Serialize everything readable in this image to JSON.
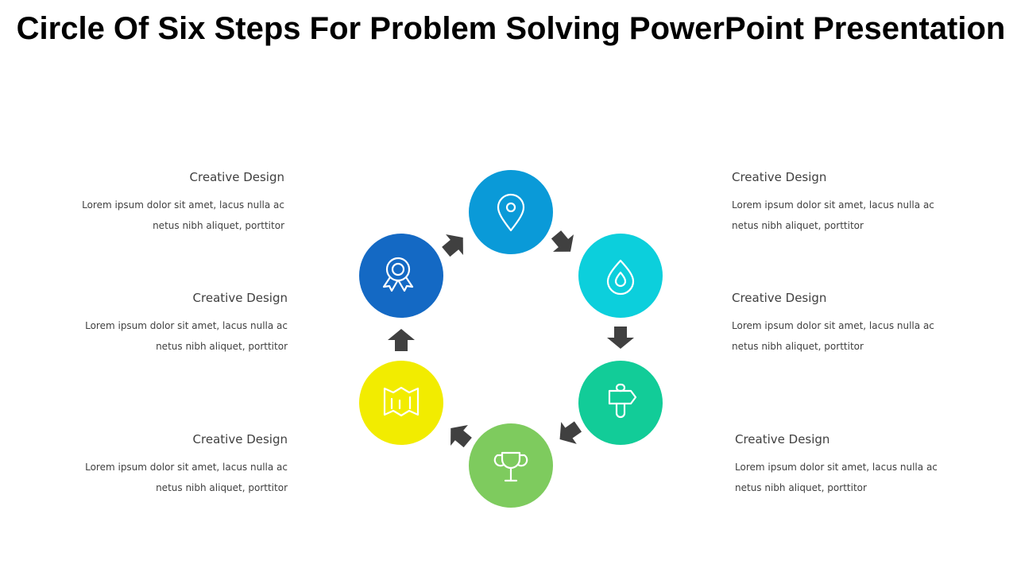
{
  "title": "Circle Of Six Steps For Problem Solving PowerPoint Presentation",
  "blocks": [
    {
      "heading": "Creative Design",
      "line1": "Lorem ipsum dolor sit amet, lacus nulla ac",
      "line2": "netus nibh aliquet, porttitor"
    },
    {
      "heading": "Creative Design",
      "line1": "Lorem ipsum dolor sit amet, lacus nulla ac",
      "line2": "netus nibh aliquet, porttitor"
    },
    {
      "heading": "Creative Design",
      "line1": "Lorem ipsum dolor sit amet, lacus nulla ac",
      "line2": "netus nibh aliquet, porttitor"
    },
    {
      "heading": "Creative Design",
      "line1": "Lorem ipsum dolor sit amet, lacus nulla ac",
      "line2": "netus nibh aliquet, porttitor"
    },
    {
      "heading": "Creative Design",
      "line1": "Lorem ipsum dolor sit amet, lacus nulla ac",
      "line2": "netus nibh aliquet, porttitor"
    },
    {
      "heading": "Creative Design",
      "line1": "Lorem ipsum dolor sit amet, lacus nulla ac",
      "line2": "netus nibh aliquet, porttitor"
    }
  ],
  "steps": [
    {
      "icon": "location-pin-icon",
      "color": "#0a9ad8"
    },
    {
      "icon": "water-drop-icon",
      "color": "#0ccfdc"
    },
    {
      "icon": "signpost-icon",
      "color": "#12cc98"
    },
    {
      "icon": "trophy-icon",
      "color": "#7ecb5e"
    },
    {
      "icon": "map-icon",
      "color": "#f2ec00"
    },
    {
      "icon": "award-ribbon-icon",
      "color": "#1469c4"
    }
  ],
  "arrow_color": "#404040"
}
